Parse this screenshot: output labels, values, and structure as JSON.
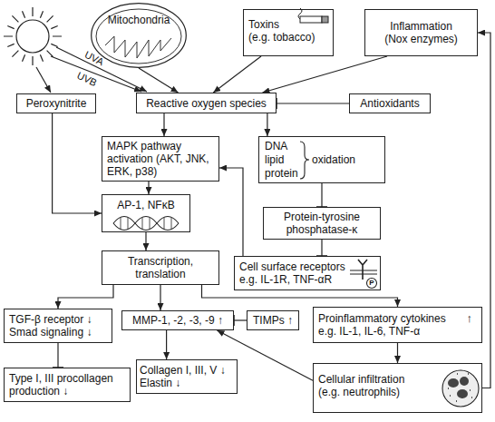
{
  "diagram": {
    "nodes": [
      {
        "text": [
          "Mitochondria"
        ]
      },
      {
        "text": [
          "Toxins",
          "(e.g. tobacco)"
        ]
      },
      {
        "text": [
          "Inflammation",
          "(Nox enzymes)"
        ]
      },
      {
        "text": [
          "Peroxynitrite"
        ]
      },
      {
        "text": [
          "Reactive oxygen species"
        ]
      },
      {
        "text": [
          "Antioxidants"
        ]
      },
      {
        "text": [
          "MAPK pathway activation (AKT, JNK, ERK, p38)"
        ]
      },
      {
        "text": [
          "DNA lipid protein",
          "oxidation"
        ]
      },
      {
        "text": [
          "AP-1, NFκB"
        ]
      },
      {
        "text": [
          "Protein-tyrosine phosphatase-κ"
        ]
      },
      {
        "text": [
          "Transcription, translation"
        ]
      },
      {
        "text": [
          "Cell surface receptors",
          "e.g. IL-1R, TNF-αR"
        ]
      },
      {
        "text": [
          "TGF-β receptor ↓ Smad signaling ↓"
        ]
      },
      {
        "text": [
          "MMP-1, -2, -3, -9 ↑"
        ]
      },
      {
        "text": [
          "TIMPs ↑"
        ]
      },
      {
        "text": [
          "Proinflammatory cytokines",
          "e.g. IL-1, IL-6, TNF-α",
          "↑"
        ]
      },
      {
        "text": [
          "Type I, III procollagen production ↓"
        ]
      },
      {
        "text": [
          "Collagen I, III, V ↓ Elastin ↓"
        ]
      },
      {
        "text": [
          "Cellular infiltration",
          "(e.g. neutrophils)"
        ]
      }
    ],
    "edges": [
      {
        "from": 0,
        "to": 4,
        "arrow": "to"
      },
      {
        "from": 1,
        "to": 4,
        "arrow": "to"
      },
      {
        "from": 2,
        "to": 4,
        "arrow": "to"
      },
      {
        "from": 5,
        "to": 4,
        "arrow": "to"
      },
      {
        "from": 4,
        "to": 6,
        "arrow": "to"
      },
      {
        "from": 4,
        "to": 7,
        "arrow": "to"
      },
      {
        "from": 3,
        "to": 8,
        "arrow": "to"
      },
      {
        "from": 6,
        "to": 8,
        "arrow": "to"
      },
      {
        "from": 7,
        "to": 9,
        "arrow": "to"
      },
      {
        "from": 9,
        "to": 11,
        "arrow": "to"
      },
      {
        "from": 11,
        "to": 6,
        "arrow": "to"
      },
      {
        "from": 8,
        "to": 10,
        "arrow": "to"
      },
      {
        "from": 10,
        "to": 12,
        "arrow": "to"
      },
      {
        "from": 10,
        "to": 13,
        "arrow": "to"
      },
      {
        "from": 10,
        "to": 15,
        "arrow": "to"
      },
      {
        "from": 14,
        "to": 13,
        "arrow": "to"
      },
      {
        "from": 12,
        "to": 16,
        "arrow": "to"
      },
      {
        "from": 13,
        "to": 17,
        "arrow": "to"
      },
      {
        "from": 15,
        "to": 18,
        "arrow": "to"
      },
      {
        "from": 18,
        "to": 13,
        "arrow": "to"
      },
      {
        "from": 18,
        "to": 2,
        "arrow": "to"
      }
    ],
    "labels": [
      "UVA",
      "UVB",
      "P"
    ]
  }
}
